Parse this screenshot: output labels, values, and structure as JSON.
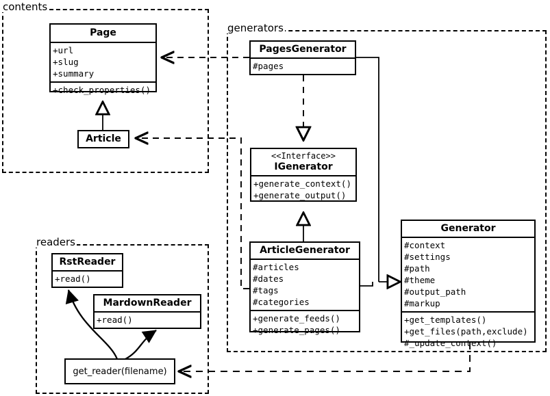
{
  "diagram": {
    "type": "uml-class-diagram",
    "packages": [
      {
        "id": "contents",
        "label": "contents"
      },
      {
        "id": "generators",
        "label": "generators"
      },
      {
        "id": "readers",
        "label": "readers"
      }
    ]
  },
  "classes": {
    "page": {
      "name": "Page",
      "attributes": [
        "+url",
        "+slug",
        "+summary"
      ],
      "operations": [
        "+check_properties()"
      ]
    },
    "article": {
      "name": "Article",
      "attributes": [],
      "operations": []
    },
    "pages_generator": {
      "name": "PagesGenerator",
      "attributes": [
        "#pages"
      ],
      "operations": []
    },
    "igenerator": {
      "stereotype": "<<Interface>>",
      "name": "IGenerator",
      "attributes": [],
      "operations": [
        "+generate_context()",
        "+generate_output()"
      ]
    },
    "article_generator": {
      "name": "ArticleGenerator",
      "attributes": [
        "#articles",
        "#dates",
        "#tags",
        "#categories"
      ],
      "operations": [
        "+generate_feeds()",
        "+generate_pages()"
      ]
    },
    "generator": {
      "name": "Generator",
      "attributes": [
        "#context",
        "#settings",
        "#path",
        "#theme",
        "#output_path",
        "#markup"
      ],
      "operations": [
        "+get_templates()",
        "+get_files(path,exclude)",
        "#_update_context()"
      ]
    },
    "rst_reader": {
      "name": "RstReader",
      "attributes": [],
      "operations": [
        "+read()"
      ]
    },
    "mardown_reader": {
      "name": "MardownReader",
      "attributes": [],
      "operations": [
        "+read()"
      ]
    },
    "get_reader": {
      "name": "get_reader(filename)",
      "attributes": [],
      "operations": []
    }
  },
  "relationships": [
    {
      "kind": "dependency",
      "from": "pages_generator",
      "to": "page"
    },
    {
      "kind": "dependency",
      "from": "article_generator",
      "to": "article"
    },
    {
      "kind": "generalization",
      "from": "article",
      "to": "page"
    },
    {
      "kind": "realization",
      "from": "pages_generator",
      "to": "igenerator"
    },
    {
      "kind": "generalization",
      "from": "article_generator",
      "to": "igenerator"
    },
    {
      "kind": "generalization",
      "from": "pages_generator",
      "to": "generator"
    },
    {
      "kind": "generalization",
      "from": "article_generator",
      "to": "generator"
    },
    {
      "kind": "dependency",
      "from": "generator",
      "to": "get_reader"
    },
    {
      "kind": "call",
      "from": "get_reader",
      "to": "rst_reader"
    },
    {
      "kind": "call",
      "from": "get_reader",
      "to": "mardown_reader"
    }
  ],
  "colors": {
    "stroke": "#000000",
    "background": "#ffffff"
  }
}
